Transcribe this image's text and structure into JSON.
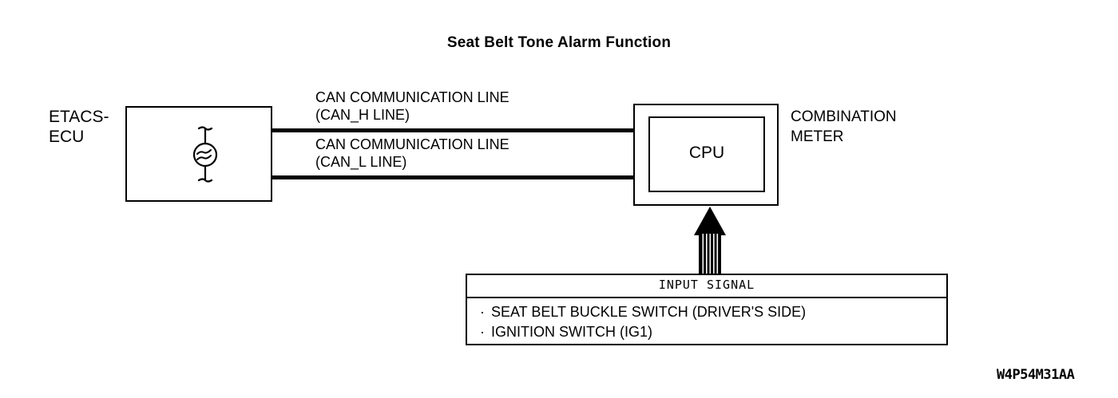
{
  "figure": {
    "title": "Seat Belt Tone Alarm Function",
    "code": "W4P54M31AA"
  },
  "nodes": {
    "etacs": {
      "label": "ETACS-\nECU",
      "symbol_name": "tone-alarm-buzzer-symbol"
    },
    "combination_meter": {
      "label": "COMBINATION\nMETER",
      "inner_label": "CPU"
    }
  },
  "connections": {
    "can_h": {
      "label": "CAN COMMUNICATION LINE\n(CAN_H LINE)"
    },
    "can_l": {
      "label": "CAN COMMUNICATION LINE\n(CAN_L LINE)"
    },
    "input_arrow_name": "input-signal-arrow"
  },
  "input_signal": {
    "header": "INPUT SIGNAL",
    "items": [
      "SEAT BELT BUCKLE SWITCH (DRIVER'S SIDE)",
      "IGNITION SWITCH (IG1)"
    ],
    "bullet": "·"
  },
  "colors": {
    "line": "#000000",
    "background": "#ffffff"
  }
}
